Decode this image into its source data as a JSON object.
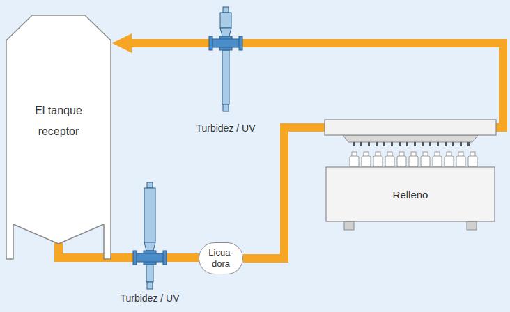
{
  "diagram": {
    "nodes": [
      {
        "text": [
          "El tanque receptor"
        ]
      },
      {
        "text": [
          "Turbidez / UV"
        ]
      },
      {
        "text": [
          "Licua- dora"
        ]
      },
      {
        "text": [
          "Relleno"
        ]
      },
      {
        "text": [
          "Turbidez / UV"
        ]
      }
    ],
    "edges": [
      {
        "from": 0,
        "to": 4,
        "arrow": "none"
      },
      {
        "from": 4,
        "to": 2,
        "arrow": "none"
      },
      {
        "from": 2,
        "to": 3,
        "arrow": "none"
      },
      {
        "from": 3,
        "to": 1,
        "arrow": "none"
      },
      {
        "from": 1,
        "to": 0,
        "arrow": "to"
      }
    ]
  }
}
